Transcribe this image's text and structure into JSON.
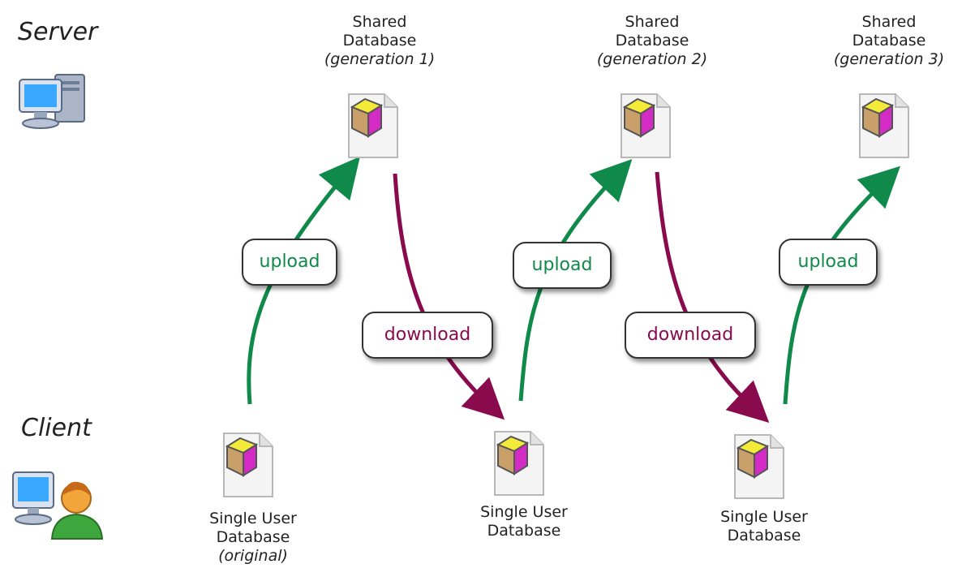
{
  "roles": {
    "server": "Server",
    "client": "Client"
  },
  "shared_databases": [
    {
      "line1": "Shared",
      "line2": "Database",
      "line3": "(generation 1)"
    },
    {
      "line1": "Shared",
      "line2": "Database",
      "line3": "(generation 2)"
    },
    {
      "line1": "Shared",
      "line2": "Database",
      "line3": "(generation 3)"
    }
  ],
  "client_databases": [
    {
      "line1": "Single User",
      "line2": "Database",
      "line3": "(original)"
    },
    {
      "line1": "Single User",
      "line2": "Database"
    },
    {
      "line1": "Single User",
      "line2": "Database"
    }
  ],
  "arrows": {
    "upload_label": "upload",
    "download_label": "download"
  },
  "colors": {
    "upload": "#0f8a4a",
    "download": "#8a0a4e",
    "cube_top": "#f3ea3a",
    "cube_left": "#c9a06a",
    "cube_right": "#d42bc6"
  },
  "icons": {
    "server": "server-computer-icon",
    "client": "client-user-computer-icon",
    "database": "database-file-icon"
  }
}
